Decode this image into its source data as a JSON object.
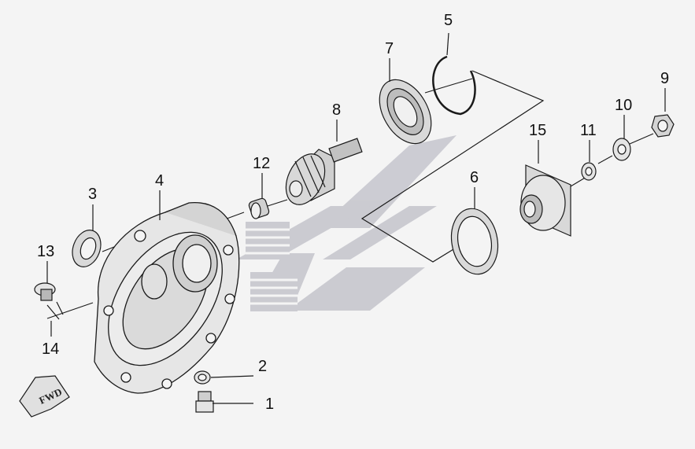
{
  "diagram": {
    "callouts": [
      {
        "id": "c1",
        "label": "1"
      },
      {
        "id": "c2",
        "label": "2"
      },
      {
        "id": "c3",
        "label": "3"
      },
      {
        "id": "c4",
        "label": "4"
      },
      {
        "id": "c5",
        "label": "5"
      },
      {
        "id": "c6",
        "label": "6"
      },
      {
        "id": "c7",
        "label": "7"
      },
      {
        "id": "c8",
        "label": "8"
      },
      {
        "id": "c9",
        "label": "9"
      },
      {
        "id": "c10",
        "label": "10"
      },
      {
        "id": "c11",
        "label": "11"
      },
      {
        "id": "c12",
        "label": "12"
      },
      {
        "id": "c13",
        "label": "13"
      },
      {
        "id": "c14",
        "label": "14"
      },
      {
        "id": "c15",
        "label": "15"
      }
    ],
    "fwd_label": "FWD",
    "colors": {
      "background": "#f4f4f4",
      "line": "#1a1a1a",
      "part_fill": "#e6e6e6",
      "part_shade": "#b8b8b8",
      "watermark": "#c4c4cc"
    }
  }
}
